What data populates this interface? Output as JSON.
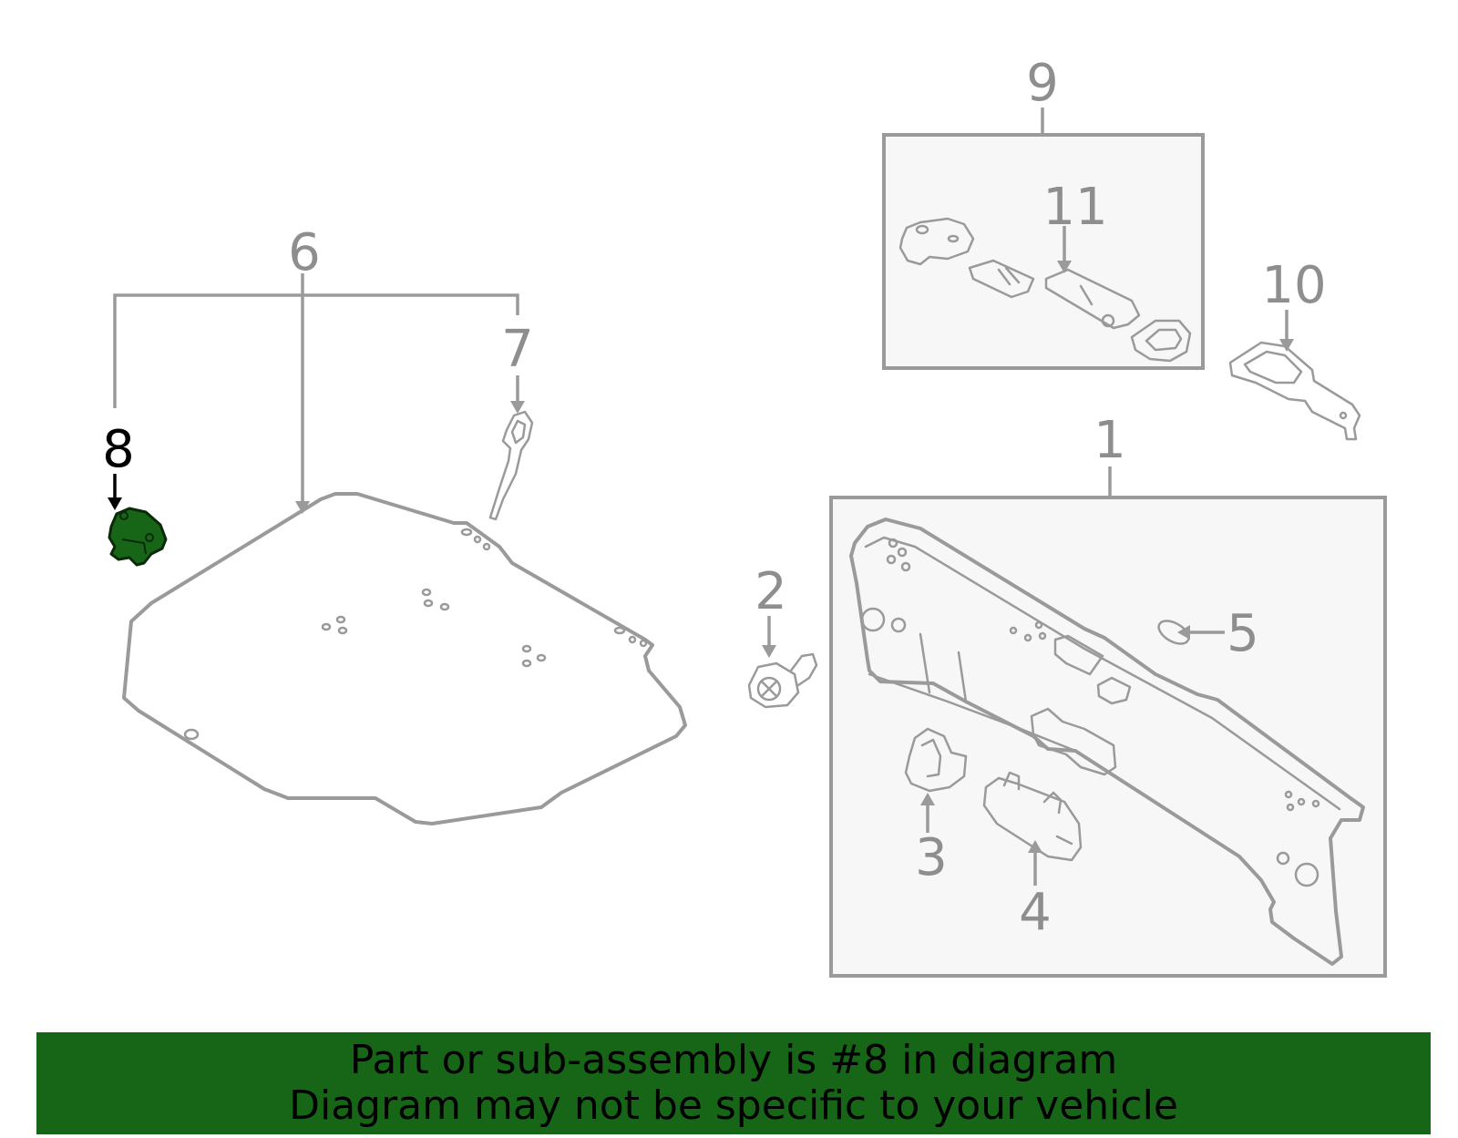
{
  "colors": {
    "line": "#9a9a9a",
    "highlight_fill": "#176617",
    "highlight_stroke": "#0a2a0a",
    "banner_bg": "#176617",
    "banner_text": "#000000"
  },
  "callouts": [
    {
      "id": "1",
      "label": "1"
    },
    {
      "id": "2",
      "label": "2"
    },
    {
      "id": "3",
      "label": "3"
    },
    {
      "id": "4",
      "label": "4"
    },
    {
      "id": "5",
      "label": "5"
    },
    {
      "id": "6",
      "label": "6"
    },
    {
      "id": "7",
      "label": "7"
    },
    {
      "id": "8",
      "label": "8",
      "highlighted": true
    },
    {
      "id": "9",
      "label": "9"
    },
    {
      "id": "10",
      "label": "10"
    },
    {
      "id": "11",
      "label": "11"
    }
  ],
  "banner": {
    "line1": "Part or sub-assembly is #8 in diagram",
    "line2": "Diagram may not be specific to your vehicle"
  }
}
